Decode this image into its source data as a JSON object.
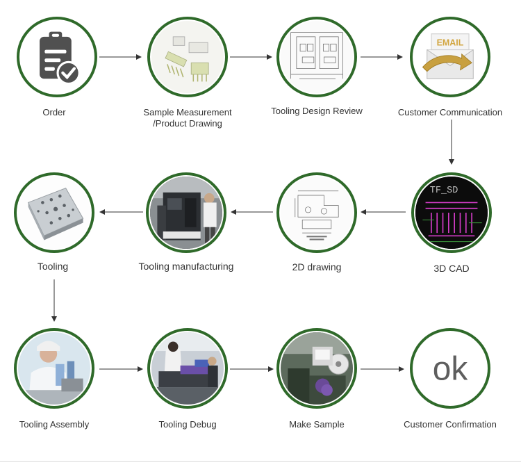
{
  "steps": [
    {
      "label": "Order",
      "icon": "clipboard-check-icon"
    },
    {
      "label": "Sample Measurement\n/Product Drawing",
      "icon": "parts-photo"
    },
    {
      "label": "Tooling Design Review",
      "icon": "technical-drawing-photo"
    },
    {
      "label": "Customer Communication",
      "icon": "email-envelope-icon",
      "icon_text": "EMAIL"
    },
    {
      "label": "3D CAD",
      "icon": "cad-screen-photo",
      "icon_text": "TF_SD"
    },
    {
      "label": "2D drawing",
      "icon": "2d-drawing-photo"
    },
    {
      "label": "Tooling manufacturing",
      "icon": "machine-shop-photo"
    },
    {
      "label": "Tooling",
      "icon": "tooling-plate-photo"
    },
    {
      "label": "Tooling Assembly",
      "icon": "assembly-photo"
    },
    {
      "label": "Tooling Debug",
      "icon": "debug-photo"
    },
    {
      "label": "Make Sample",
      "icon": "sample-machine-photo"
    },
    {
      "label": "Customer Confirmation",
      "icon": "ok-icon",
      "icon_text": "ok"
    }
  ],
  "colors": {
    "ring": "#2f6a2a",
    "arrow": "#333333",
    "text": "#333333"
  }
}
